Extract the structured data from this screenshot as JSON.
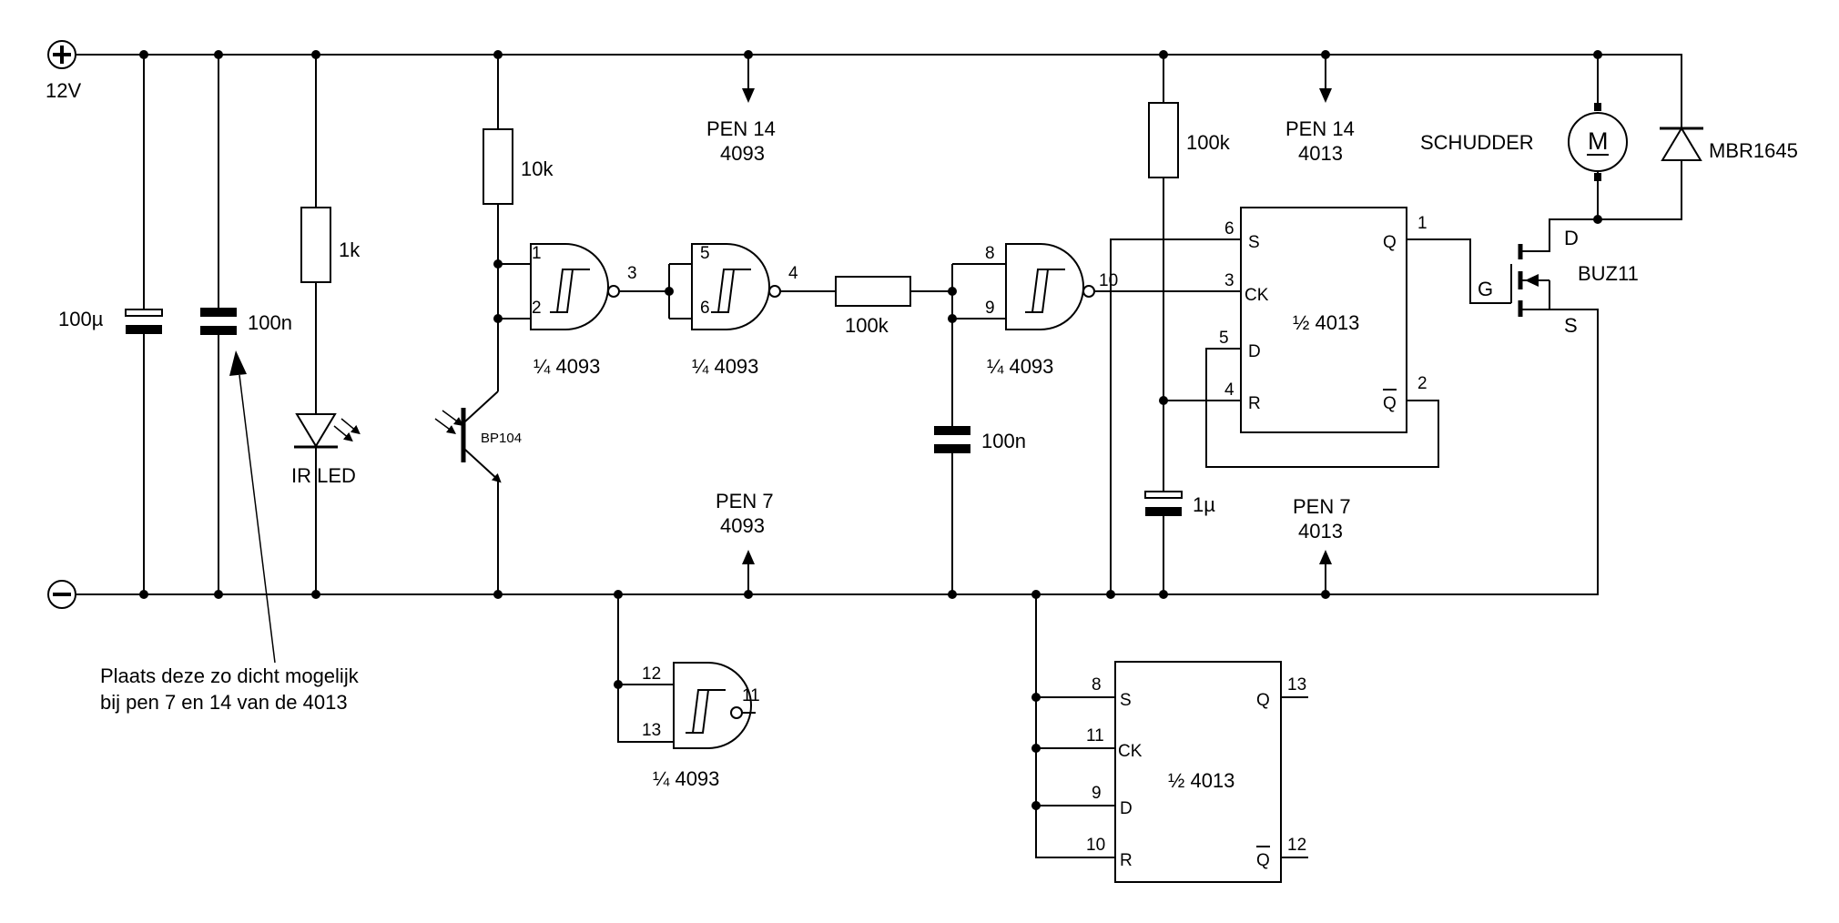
{
  "supply": {
    "plus_symbol": "+",
    "minus_symbol": "−",
    "voltage": "12V"
  },
  "components": {
    "c1": "100µ",
    "c2": "100n",
    "r1": "1k",
    "led": "IR LED",
    "r2": "10k",
    "phototransistor": "BP104",
    "r3": "100k",
    "c3": "100n",
    "r4": "100k",
    "c4": "1µ",
    "motor": "SCHUDDER",
    "motor_symbol": "M",
    "diode": "MBR1645",
    "mosfet": "BUZ11",
    "mosfet_g": "G",
    "mosfet_d": "D",
    "mosfet_s": "S"
  },
  "gates": {
    "g1": {
      "label": "¼ 4093",
      "in1": "1",
      "in2": "2",
      "out": "3"
    },
    "g2": {
      "label": "¼ 4093",
      "in1": "5",
      "in2": "6",
      "out": "4"
    },
    "g3": {
      "label": "¼ 4093",
      "in1": "8",
      "in2": "9",
      "out": "10"
    },
    "g4": {
      "label": "¼ 4093",
      "in1": "12",
      "in2": "13",
      "out": "11"
    }
  },
  "flipflops": {
    "ff1": {
      "label": "½ 4013",
      "s": "S",
      "ck": "CK",
      "d": "D",
      "r": "R",
      "q": "Q",
      "qbar": "Q",
      "pin_s": "6",
      "pin_ck": "3",
      "pin_d": "5",
      "pin_r": "4",
      "pin_q": "1",
      "pin_qbar": "2"
    },
    "ff2": {
      "label": "½ 4013",
      "s": "S",
      "ck": "CK",
      "d": "D",
      "r": "R",
      "q": "Q",
      "qbar": "Q",
      "pin_s": "8",
      "pin_ck": "11",
      "pin_d": "9",
      "pin_r": "10",
      "pin_q": "13",
      "pin_qbar": "12"
    }
  },
  "power_pins": {
    "pen14_4093": {
      "line1": "PEN 14",
      "line2": "4093"
    },
    "pen14_4013": {
      "line1": "PEN 14",
      "line2": "4013"
    },
    "pen7_4093": {
      "line1": "PEN 7",
      "line2": "4093"
    },
    "pen7_4013": {
      "line1": "PEN 7",
      "line2": "4013"
    }
  },
  "note": {
    "line1": "Plaats deze zo dicht mogelijk",
    "line2": "bij pen 7 en 14 van de 4013"
  }
}
